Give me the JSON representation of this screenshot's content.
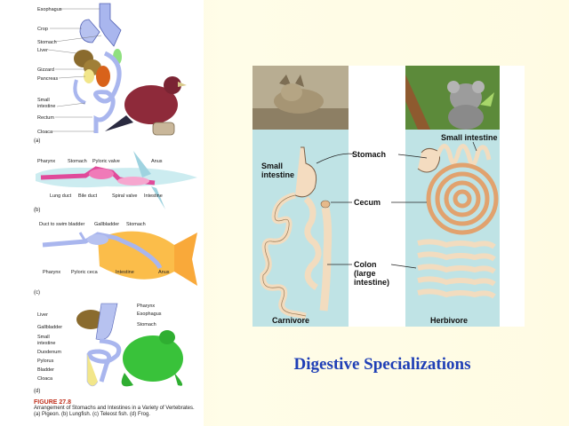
{
  "slide": {
    "title": "Digestive Specializations"
  },
  "left_figure": {
    "figure_number": "FIGURE 27.8",
    "caption_line1": "Arrangement of Stomachs and Intestines in a Variety of Vertebrates.",
    "caption_line2": "(a) Pigeon. (b) Lungfish. (c) Teleost fish. (d) Frog.",
    "panel_a": {
      "sub_label": "(a)",
      "labels": {
        "esophagus": "Esophagus",
        "crop": "Crop",
        "stomach": "Stomach",
        "liver": "Liver",
        "gizzard": "Gizzard",
        "pancreas": "Pancreas",
        "small_intestine_1": "Small",
        "small_intestine_2": "intestine",
        "rectum": "Rectum",
        "cloaca": "Cloaca"
      }
    },
    "panel_b": {
      "sub_label": "(b)",
      "labels": {
        "pharynx": "Pharynx",
        "stomach": "Stomach",
        "pyloric_valve": "Pyloric valve",
        "anus": "Anus",
        "lung_duct": "Lung duct",
        "bile_duct": "Bile duct",
        "spiral_valve": "Spiral valve",
        "intestine": "Intestine"
      }
    },
    "panel_c": {
      "sub_label": "(c)",
      "labels": {
        "duct_to_swim_bladder": "Duct to swim bladder",
        "gallbladder": "Gallbladder",
        "stomach": "Stomach",
        "pharynx": "Pharynx",
        "pyloric_ceca": "Pyloric ceca",
        "intestine": "Intestine",
        "anus": "Anus"
      }
    },
    "panel_d": {
      "sub_label": "(d)",
      "labels": {
        "pharynx": "Pharynx",
        "esophagus": "Esophagus",
        "liver": "Liver",
        "stomach": "Stomach",
        "gallbladder": "Gallbladder",
        "small_intestine_1": "Small",
        "small_intestine_2": "intestine",
        "duodenum": "Duodenum",
        "pylorus": "Pylorus",
        "bladder": "Bladder",
        "cloaca": "Cloaca"
      }
    }
  },
  "right_figure": {
    "carnivore_label": "Carnivore",
    "herbivore_label": "Herbivore",
    "labels": {
      "small_intestine_left_1": "Small",
      "small_intestine_left_2": "intestine",
      "stomach": "Stomach",
      "small_intestine_right": "Small intestine",
      "cecum": "Cecum",
      "colon_1": "Colon",
      "colon_2": "(large",
      "colon_3": "intestine)"
    }
  }
}
